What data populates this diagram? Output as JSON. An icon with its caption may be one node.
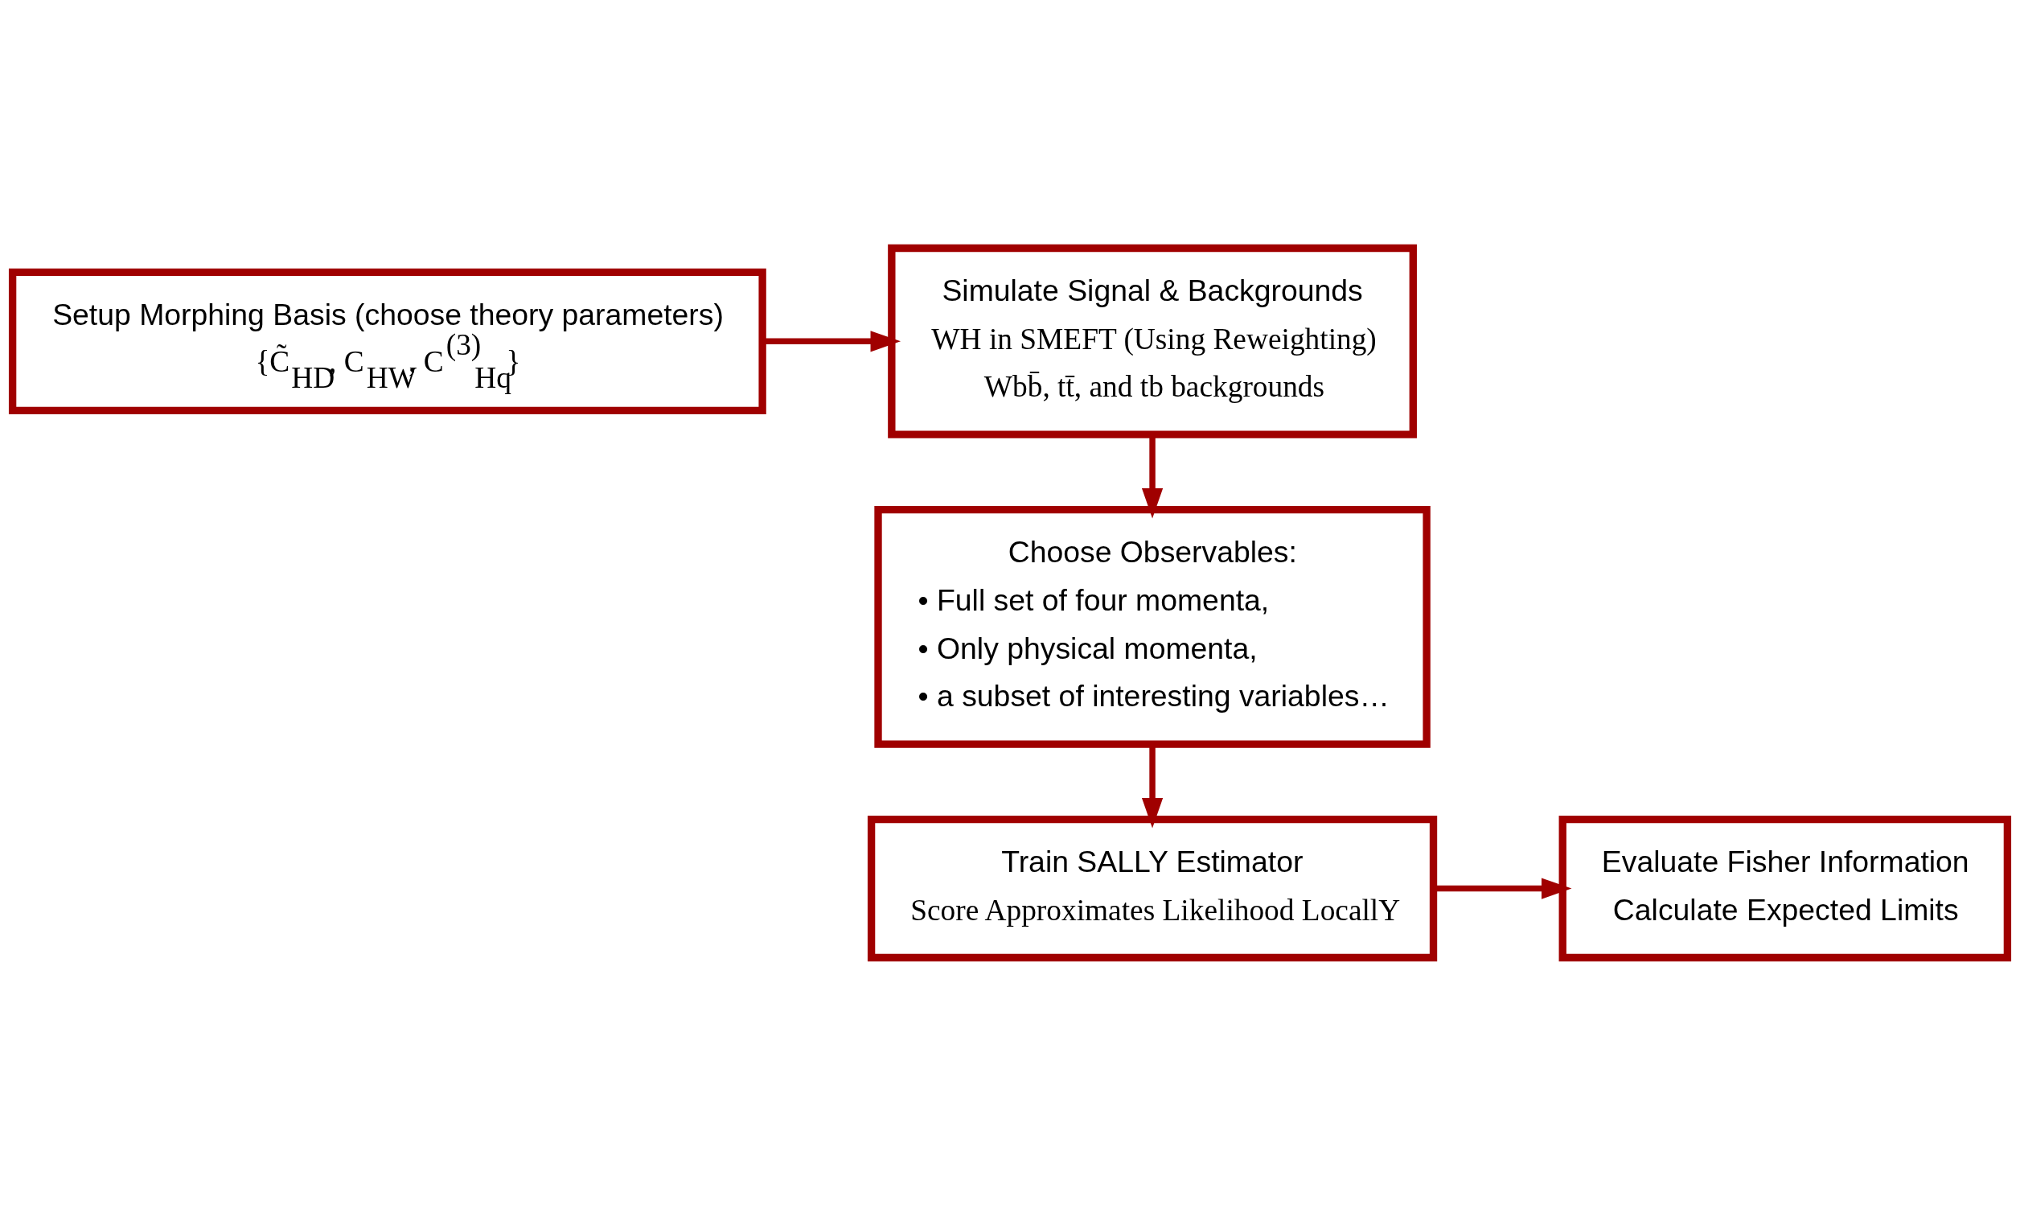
{
  "diagram": {
    "nodes": [
      {
        "text": [
          "Setup Morphing Basis (choose theory parameters)",
          "{C̃$_{HD}$, C$_{HW}$, C$^{(3)}$$_{Hq}$}"
        ]
      },
      {
        "text": [
          "Simulate Signal & Backgrounds",
          "WH in SMEFT (Using Reweighting)",
          "Wbb̄, tt̄, and tb backgrounds"
        ]
      },
      {
        "text": [
          "Choose Observables:",
          "• Full set of four momenta,",
          "• Only physical momenta,",
          "• a subset of interesting variables…"
        ]
      },
      {
        "text": [
          "Train SALLY Estimator",
          "Score Approximates Likelihood LocallY"
        ]
      },
      {
        "text": [
          "Evaluate Fisher Information",
          "Calculate Expected Limits"
        ]
      }
    ],
    "edges": [
      {
        "from": 0,
        "to": 1,
        "arrow": "to"
      },
      {
        "from": 1,
        "to": 2,
        "arrow": "to"
      },
      {
        "from": 2,
        "to": 3,
        "arrow": "to"
      },
      {
        "from": 3,
        "to": 4,
        "arrow": "to"
      }
    ]
  }
}
